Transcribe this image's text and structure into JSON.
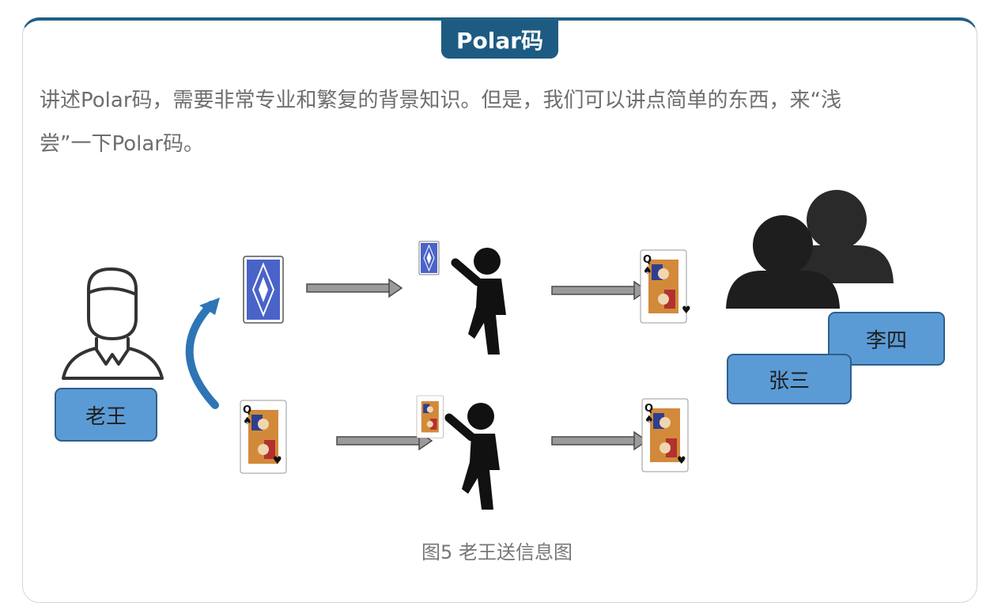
{
  "header": {
    "title": "Polar码"
  },
  "intro": {
    "line1": "讲述Polar码，需要非常专业和繁复的背景知识。但是，我们可以讲点简单的东西，来“浅",
    "line2": "尝”一下Polar码。"
  },
  "diagram": {
    "sender_label": "老王",
    "receiver_label_1": "张三",
    "receiver_label_2": "李四",
    "card_rank": "Q",
    "card_suit": "♠",
    "card_suit_alt": "♥",
    "colors": {
      "label_fill": "#5b9bd5",
      "label_border": "#2f5f8a",
      "header_bg": "#1d5b82",
      "card_back": "#4a63c8"
    }
  },
  "caption": "图5 老王送信息图"
}
